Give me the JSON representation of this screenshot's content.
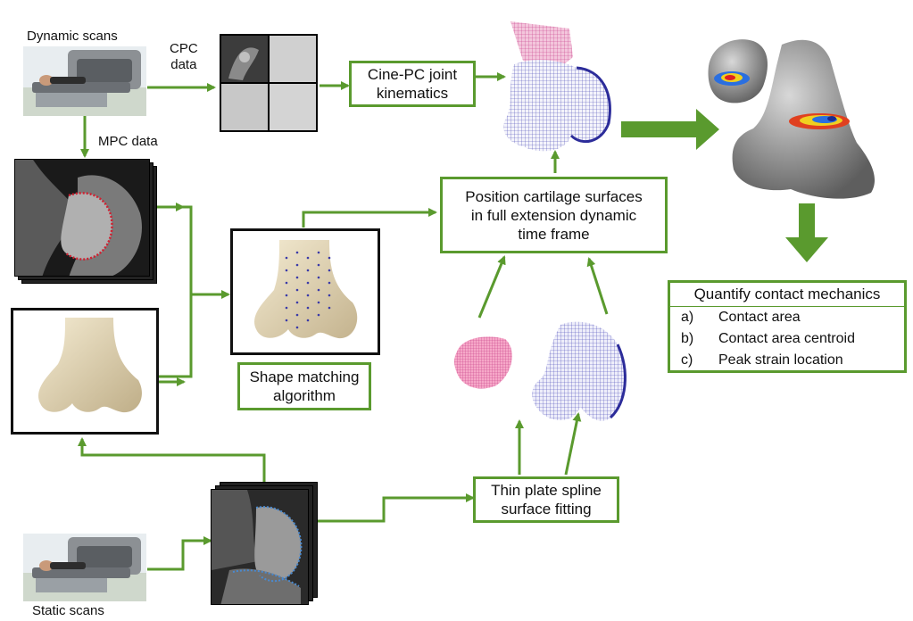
{
  "labels": {
    "dynamic_scans": "Dynamic scans",
    "cpc_data_line1": "CPC",
    "cpc_data_line2": "data",
    "mpc_data": "MPC data",
    "static_scans": "Static scans"
  },
  "boxes": {
    "cine_pc": "Cine-PC joint\nkinematics",
    "position_cartilage": "Position cartilage surfaces\nin full extension dynamic\ntime frame",
    "shape_matching": "Shape matching\nalgorithm",
    "thin_plate": "Thin plate spline\nsurface fitting"
  },
  "quantify": {
    "title": "Quantify contact mechanics",
    "items": [
      {
        "key": "a)",
        "text": "Contact area"
      },
      {
        "key": "b)",
        "text": "Contact area centroid"
      },
      {
        "key": "c)",
        "text": "Peak strain location"
      }
    ]
  },
  "colors": {
    "arrow_green": "#5a9a2e",
    "mesh_blue": "#3a3aa8",
    "mesh_pink": "#d85a9a",
    "bone": "#e9dcc0"
  }
}
